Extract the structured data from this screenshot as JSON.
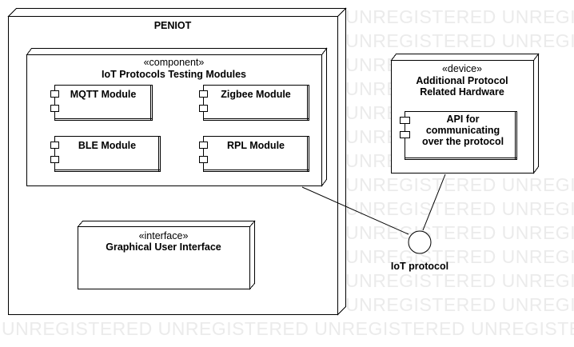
{
  "watermark": "UNREGISTERED",
  "node_peniot": {
    "title": "PENIOT"
  },
  "component_modules": {
    "stereotype": "«component»",
    "title": "IoT Protocols Testing Modules",
    "modules": [
      "MQTT Module",
      "Zigbee Module",
      "BLE Module",
      "RPL Module"
    ]
  },
  "interface_gui": {
    "stereotype": "«interface»",
    "title": "Graphical User Interface"
  },
  "device_hardware": {
    "stereotype": "«device»",
    "title_line1": "Additional Protocol",
    "title_line2": "Related Hardware",
    "api": {
      "line1": "API for",
      "line2": "communicating",
      "line3": "over the protocol"
    }
  },
  "iot_protocol": {
    "label": "IoT protocol"
  }
}
